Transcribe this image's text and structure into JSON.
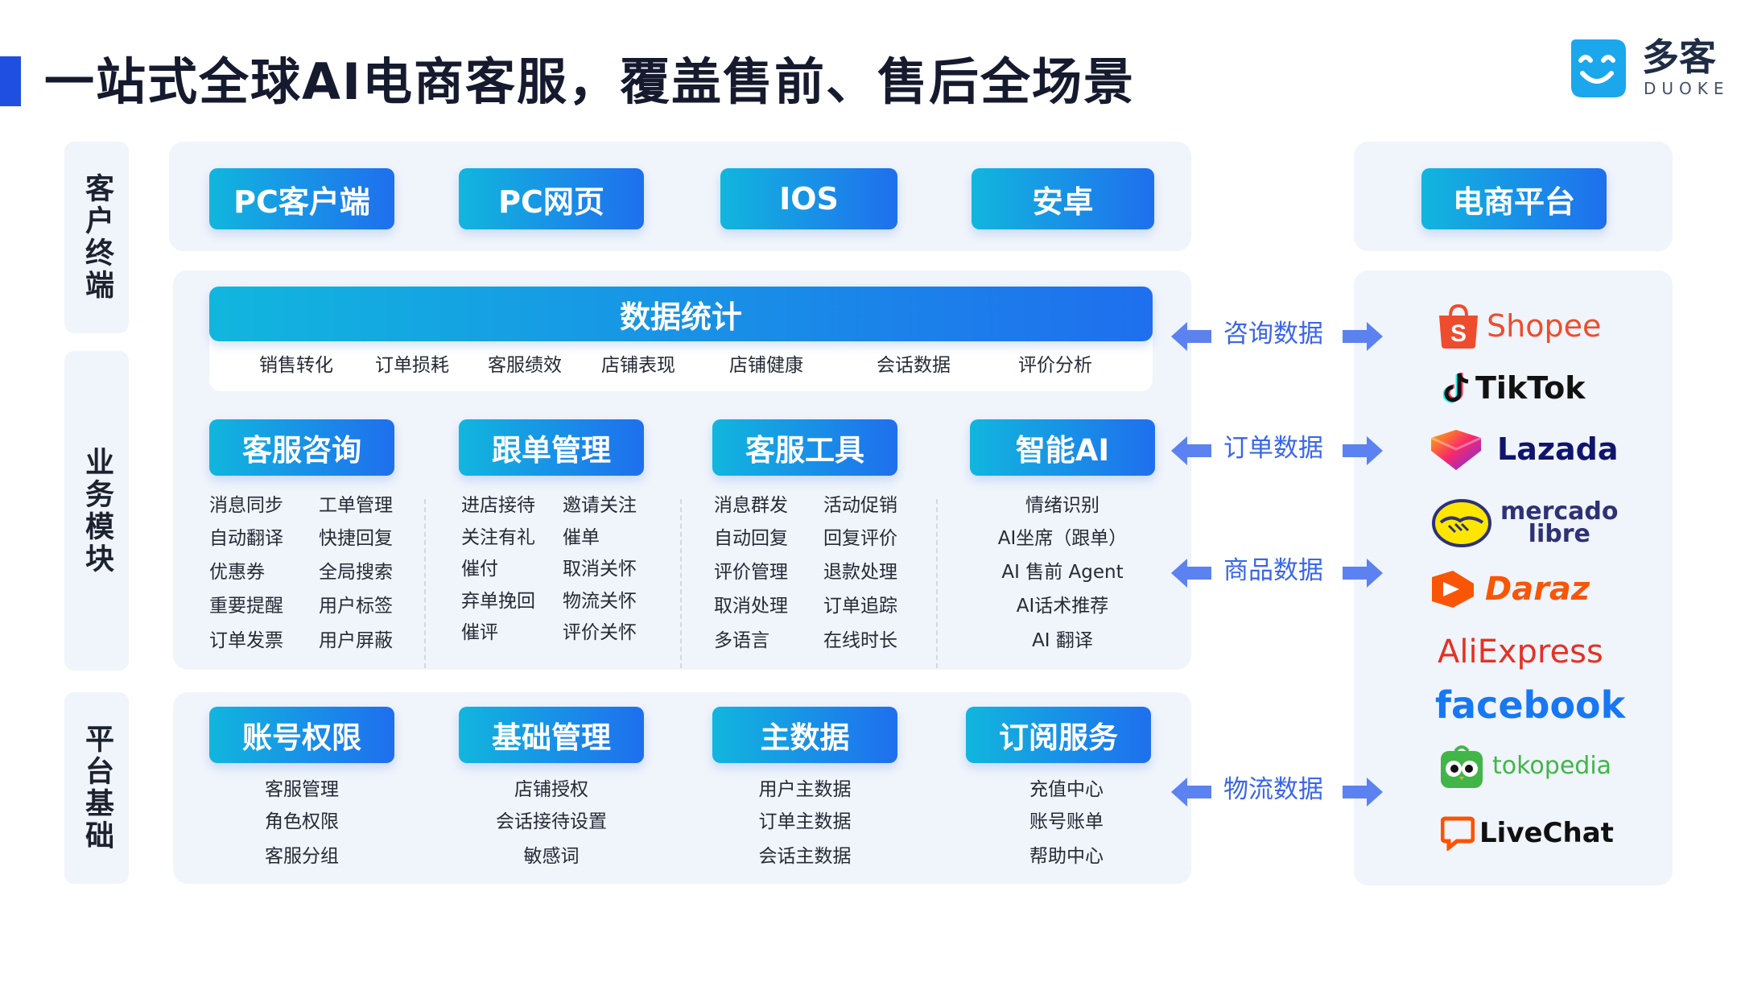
{
  "title": "一站式全球AI电商客服，覆盖售前、售后全场景",
  "logo": {
    "cn": "多客",
    "en": "DUOKE",
    "icon": "smile-face-icon"
  },
  "side_labels": {
    "terminal": "客户终端",
    "business": "业务模块",
    "platform": "平台基础"
  },
  "terminals": [
    "PC客户端",
    "PC网页",
    "IOS",
    "安卓"
  ],
  "ecommerce_header": "电商平台",
  "data_stats": {
    "title": "数据统计",
    "items": [
      "销售转化",
      "订单损耗",
      "客服绩效",
      "店铺表现",
      "店铺健康",
      "会话数据",
      "评价分析"
    ]
  },
  "modules": [
    {
      "title": "客服咨询",
      "col1": [
        "消息同步",
        "自动翻译",
        "优惠券",
        "重要提醒",
        "订单发票"
      ],
      "col2": [
        "工单管理",
        "快捷回复",
        "全局搜索",
        "用户标签",
        "用户屏蔽"
      ]
    },
    {
      "title": "跟单管理",
      "col1": [
        "进店接待",
        "关注有礼",
        "催付",
        "弃单挽回",
        "催评"
      ],
      "col2": [
        "邀请关注",
        "催单",
        "取消关怀",
        "物流关怀",
        "评价关怀"
      ]
    },
    {
      "title": "客服工具",
      "col1": [
        "消息群发",
        "自动回复",
        "评价管理",
        "取消处理",
        "多语言"
      ],
      "col2": [
        "活动促销",
        "回复评价",
        "退款处理",
        "订单追踪",
        "在线时长"
      ]
    },
    {
      "title": "智能AI",
      "col1": [
        "情绪识别",
        "AI坐席（跟单）",
        "AI 售前 Agent",
        "AI话术推荐",
        "AI 翻译"
      ]
    }
  ],
  "platform_blocks": [
    {
      "title": "账号权限",
      "items": [
        "客服管理",
        "角色权限",
        "客服分组"
      ]
    },
    {
      "title": "基础管理",
      "items": [
        "店铺授权",
        "会话接待设置",
        "敏感词"
      ]
    },
    {
      "title": "主数据",
      "items": [
        "用户主数据",
        "订单主数据",
        "会话主数据"
      ]
    },
    {
      "title": "订阅服务",
      "items": [
        "充值中心",
        "账号账单",
        "帮助中心"
      ]
    }
  ],
  "data_flows": [
    "咨询数据",
    "订单数据",
    "商品数据",
    "物流数据"
  ],
  "platforms": [
    {
      "name": "Shopee",
      "color": "#ee4d2d",
      "icon": "shopee-bag-icon"
    },
    {
      "name": "TikTok",
      "color": "#111111",
      "icon": "tiktok-note-icon"
    },
    {
      "name": "Lazada",
      "color": "#0f146d",
      "icon": "lazada-heart-icon"
    },
    {
      "name": "mercado",
      "name2": "libre",
      "color": "#2d3277",
      "icon": "mercadolibre-handshake-icon"
    },
    {
      "name": "Daraz",
      "color": "#f85606",
      "icon": "daraz-d-icon"
    },
    {
      "name": "AliExpress",
      "color": "#e43225",
      "icon": ""
    },
    {
      "name": "facebook",
      "color": "#1877f2",
      "icon": ""
    },
    {
      "name": "tokopedia",
      "color": "#42b549",
      "icon": "tokopedia-owl-icon"
    },
    {
      "name": "LiveChat",
      "color": "#111111",
      "icon": "livechat-bubble-icon"
    }
  ],
  "colors": {
    "accent": "#1f4fe0",
    "button_start": "#11b6de",
    "button_end": "#1f6fee",
    "arrow": "#5b82f0",
    "panel_bg": "#f0f4fb"
  }
}
